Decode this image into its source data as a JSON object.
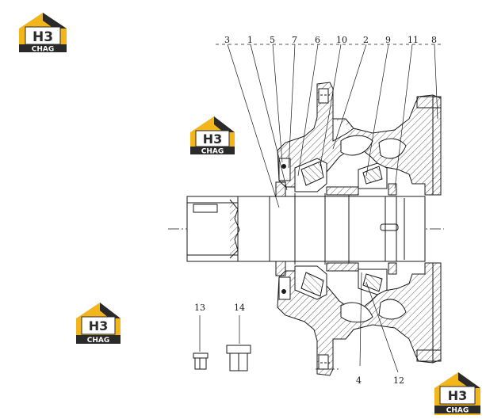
{
  "logo": {
    "mark": "H3",
    "text": "CHAG",
    "colors": {
      "yellow": "#f2b51c",
      "dark": "#2a2a2a",
      "white": "#ffffff"
    }
  },
  "callouts": {
    "top": [
      "3",
      "1",
      "5",
      "7",
      "6",
      "10",
      "2",
      "9",
      "11",
      "8"
    ],
    "bottom": [
      "4",
      "12"
    ],
    "parts": [
      "13",
      "14"
    ]
  },
  "colors": {
    "line": "#1a1a1a",
    "hatch": "#333333",
    "paper": "#ffffff"
  }
}
